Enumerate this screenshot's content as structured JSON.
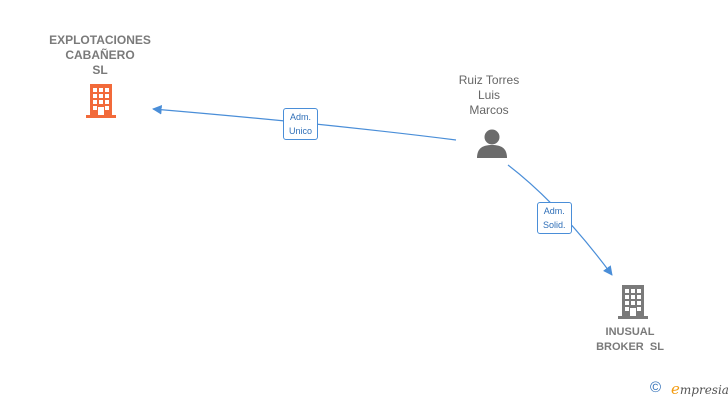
{
  "nodes": {
    "company_1": {
      "name_lines": [
        "EXPLOTACIONES",
        "CABAÑERO",
        "SL"
      ],
      "icon": "building-icon",
      "color": "#f26a3a"
    },
    "person_1": {
      "name_lines": [
        "Ruiz Torres",
        "Luis",
        "Marcos"
      ],
      "icon": "person-icon",
      "color": "#6b6b6b"
    },
    "company_2": {
      "name_lines": [
        "INUSUAL",
        "BROKER  SL"
      ],
      "icon": "building-icon",
      "color": "#7a7a7a"
    }
  },
  "edges": [
    {
      "from": "person_1",
      "to": "company_1",
      "label_lines": [
        "Adm.",
        "Unico"
      ]
    },
    {
      "from": "person_1",
      "to": "company_2",
      "label_lines": [
        "Adm.",
        "Solid."
      ]
    }
  ],
  "colors": {
    "edge": "#4a8ed8",
    "label_border": "#4a8ed8",
    "label_text": "#2f6fb8"
  },
  "footer": {
    "copyright_symbol": "©",
    "brand_first_letter": "e",
    "brand_rest": "mpresia"
  }
}
